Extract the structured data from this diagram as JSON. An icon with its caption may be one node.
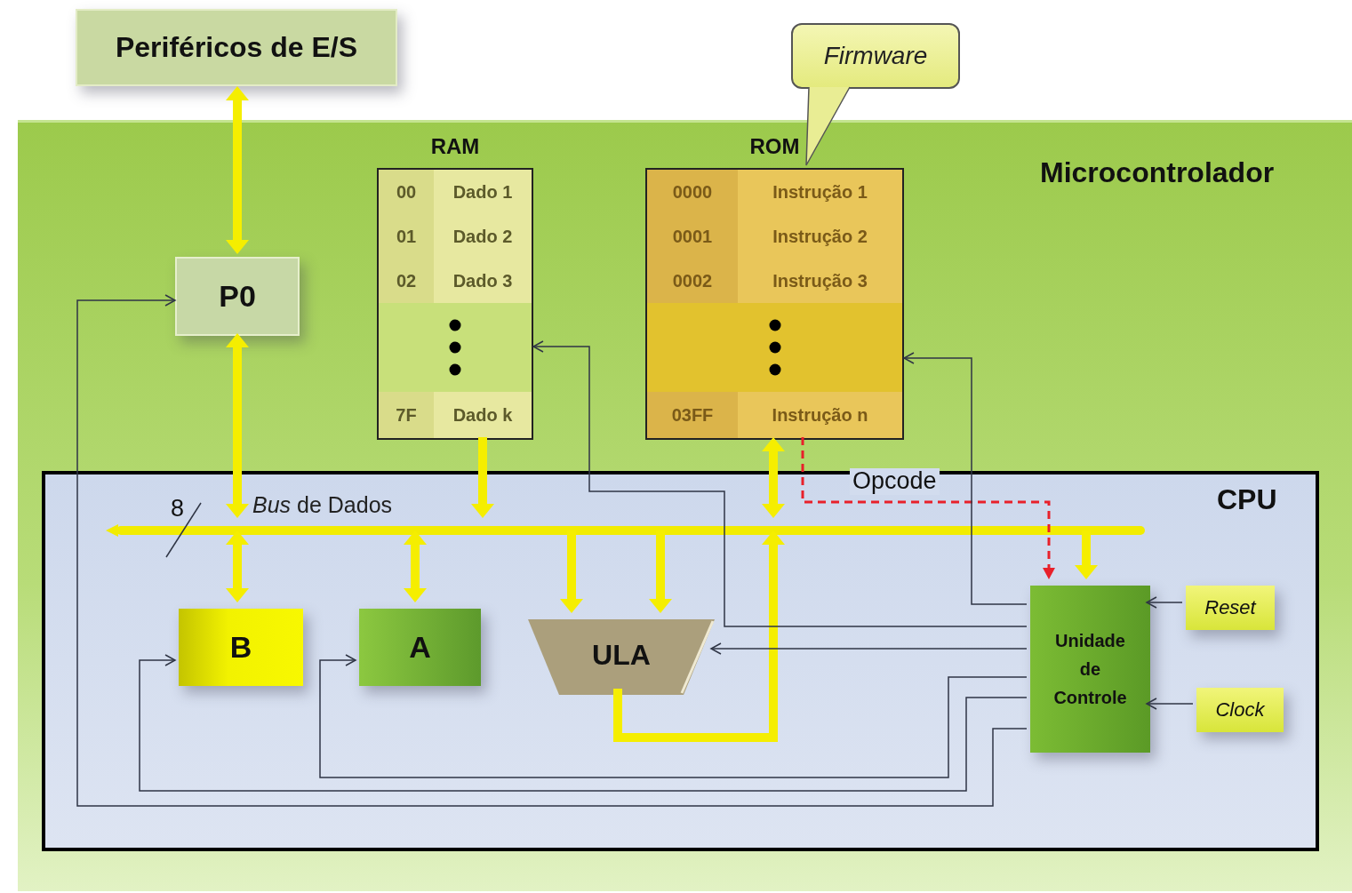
{
  "diagram": {
    "nodes": [
      {
        "text": [
          "Microcontrolador"
        ]
      },
      {
        "text": [
          "Periféricos de E/S"
        ]
      },
      {
        "text": [
          "P0"
        ],
        "in": 0
      },
      {
        "text": [
          "RAM",
          "00",
          "Dado 1",
          "01",
          "Dado 2",
          "02",
          "Dado 3",
          "7F",
          "Dado k"
        ],
        "in": 0
      },
      {
        "text": [
          "ROM",
          "0000",
          "Instrução 1",
          "0001",
          "Instrução 2",
          "0002",
          "Instrução 3",
          "03FF",
          "Instrução n"
        ],
        "in": 0
      },
      {
        "text": [
          "Firmware"
        ]
      },
      {
        "text": [
          "CPU"
        ],
        "in": 0
      },
      {
        "text": [
          "*Bus* de Dados"
        ],
        "in": 6,
        "beside": [
          "8"
        ]
      },
      {
        "text": [
          "B"
        ],
        "in": 6
      },
      {
        "text": [
          "A"
        ],
        "in": 6
      },
      {
        "text": [
          "ULA"
        ],
        "in": 6
      },
      {
        "text": [
          "Unidade de Controle"
        ],
        "in": 6
      },
      {
        "text": [
          "Reset"
        ],
        "in": 6
      },
      {
        "text": [
          "Clock"
        ],
        "in": 6
      }
    ],
    "edges": [
      {
        "from": 1,
        "to": 2,
        "arrow": "both",
        "style": "thick",
        "color": "#f5ee00"
      },
      {
        "from": 2,
        "to": 7,
        "arrow": "both",
        "style": "thick",
        "color": "#f5ee00"
      },
      {
        "from": 3,
        "to": 7,
        "arrow": "to",
        "style": "thick",
        "color": "#f5ee00"
      },
      {
        "from": 4,
        "to": 7,
        "arrow": "both",
        "style": "thick",
        "color": "#f5ee00"
      },
      {
        "from": 7,
        "to": 8,
        "arrow": "both",
        "style": "thick",
        "color": "#f5ee00"
      },
      {
        "from": 7,
        "to": 9,
        "arrow": "both",
        "style": "thick",
        "color": "#f5ee00"
      },
      {
        "from": 7,
        "to": 10,
        "arrow": "to",
        "style": "thick",
        "color": "#f5ee00"
      },
      {
        "from": 7,
        "to": 10,
        "arrow": "to",
        "style": "thick",
        "color": "#f5ee00"
      },
      {
        "from": 10,
        "to": 7,
        "arrow": "to",
        "style": "thick",
        "color": "#f5ee00"
      },
      {
        "from": 7,
        "to": 11,
        "arrow": "to",
        "style": "thick",
        "color": "#f5ee00"
      },
      {
        "from": 4,
        "to": 11,
        "arrow": "to",
        "label": "Opcode",
        "style": "dashed",
        "color": "#e8202a"
      },
      {
        "from": 11,
        "to": 4,
        "arrow": "to",
        "color": "#2f3545"
      },
      {
        "from": 11,
        "to": 3,
        "arrow": "to",
        "color": "#2f3545"
      },
      {
        "from": 11,
        "to": 10,
        "arrow": "to",
        "color": "#2f3545"
      },
      {
        "from": 11,
        "to": 9,
        "arrow": "to",
        "color": "#2f3545"
      },
      {
        "from": 11,
        "to": 8,
        "arrow": "to",
        "color": "#2f3545"
      },
      {
        "from": 11,
        "to": 2,
        "arrow": "to",
        "color": "#2f3545"
      },
      {
        "from": 12,
        "to": 11,
        "arrow": "to",
        "color": "#2f3545"
      },
      {
        "from": 13,
        "to": 11,
        "arrow": "to",
        "color": "#2f3545"
      },
      {
        "from": 5,
        "to": 4,
        "arrow": "to",
        "color": "#555555"
      }
    ]
  }
}
